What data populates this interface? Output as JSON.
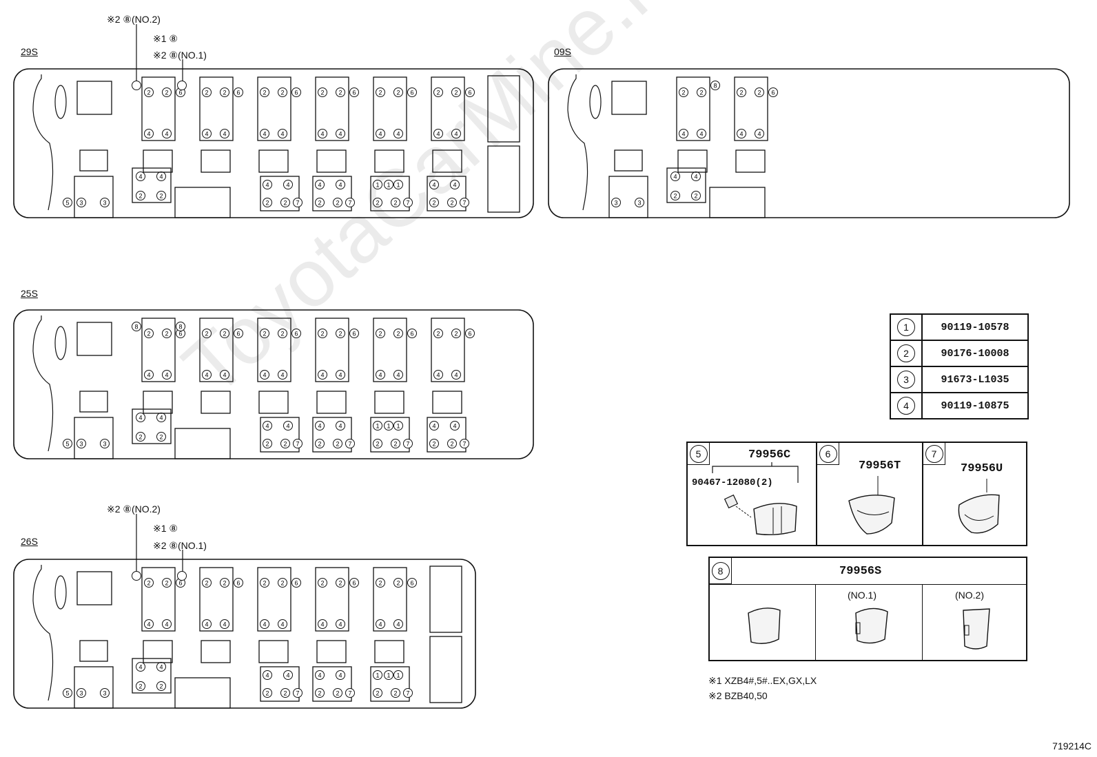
{
  "layouts": [
    {
      "label": "29S"
    },
    {
      "label": "09S"
    },
    {
      "label": "25S"
    },
    {
      "label": "26S"
    }
  ],
  "callouts": {
    "a": "※2 ⑧(NO.2)",
    "b": "※1 ⑧",
    "c": "※2 ⑧(NO.1)"
  },
  "parts_table": [
    {
      "num": "1",
      "code": "90119-10578"
    },
    {
      "num": "2",
      "code": "90176-10008"
    },
    {
      "num": "3",
      "code": "91673-L1035"
    },
    {
      "num": "4",
      "code": "90119-10875"
    }
  ],
  "parts_boxes": {
    "p5": {
      "num": "5",
      "code": "79956C",
      "sub": "90467-12080(2)"
    },
    "p6": {
      "num": "6",
      "code": "79956T"
    },
    "p7": {
      "num": "7",
      "code": "79956U"
    },
    "p8": {
      "num": "8",
      "code": "79956S",
      "no1": "(NO.1)",
      "no2": "(NO.2)"
    }
  },
  "footnotes": {
    "n1": "※1 XZB4#,5#..EX,GX,LX",
    "n2": "※2 BZB40,50"
  },
  "watermark": "ToyotaCarMine.ru",
  "figure_id": "719214C"
}
